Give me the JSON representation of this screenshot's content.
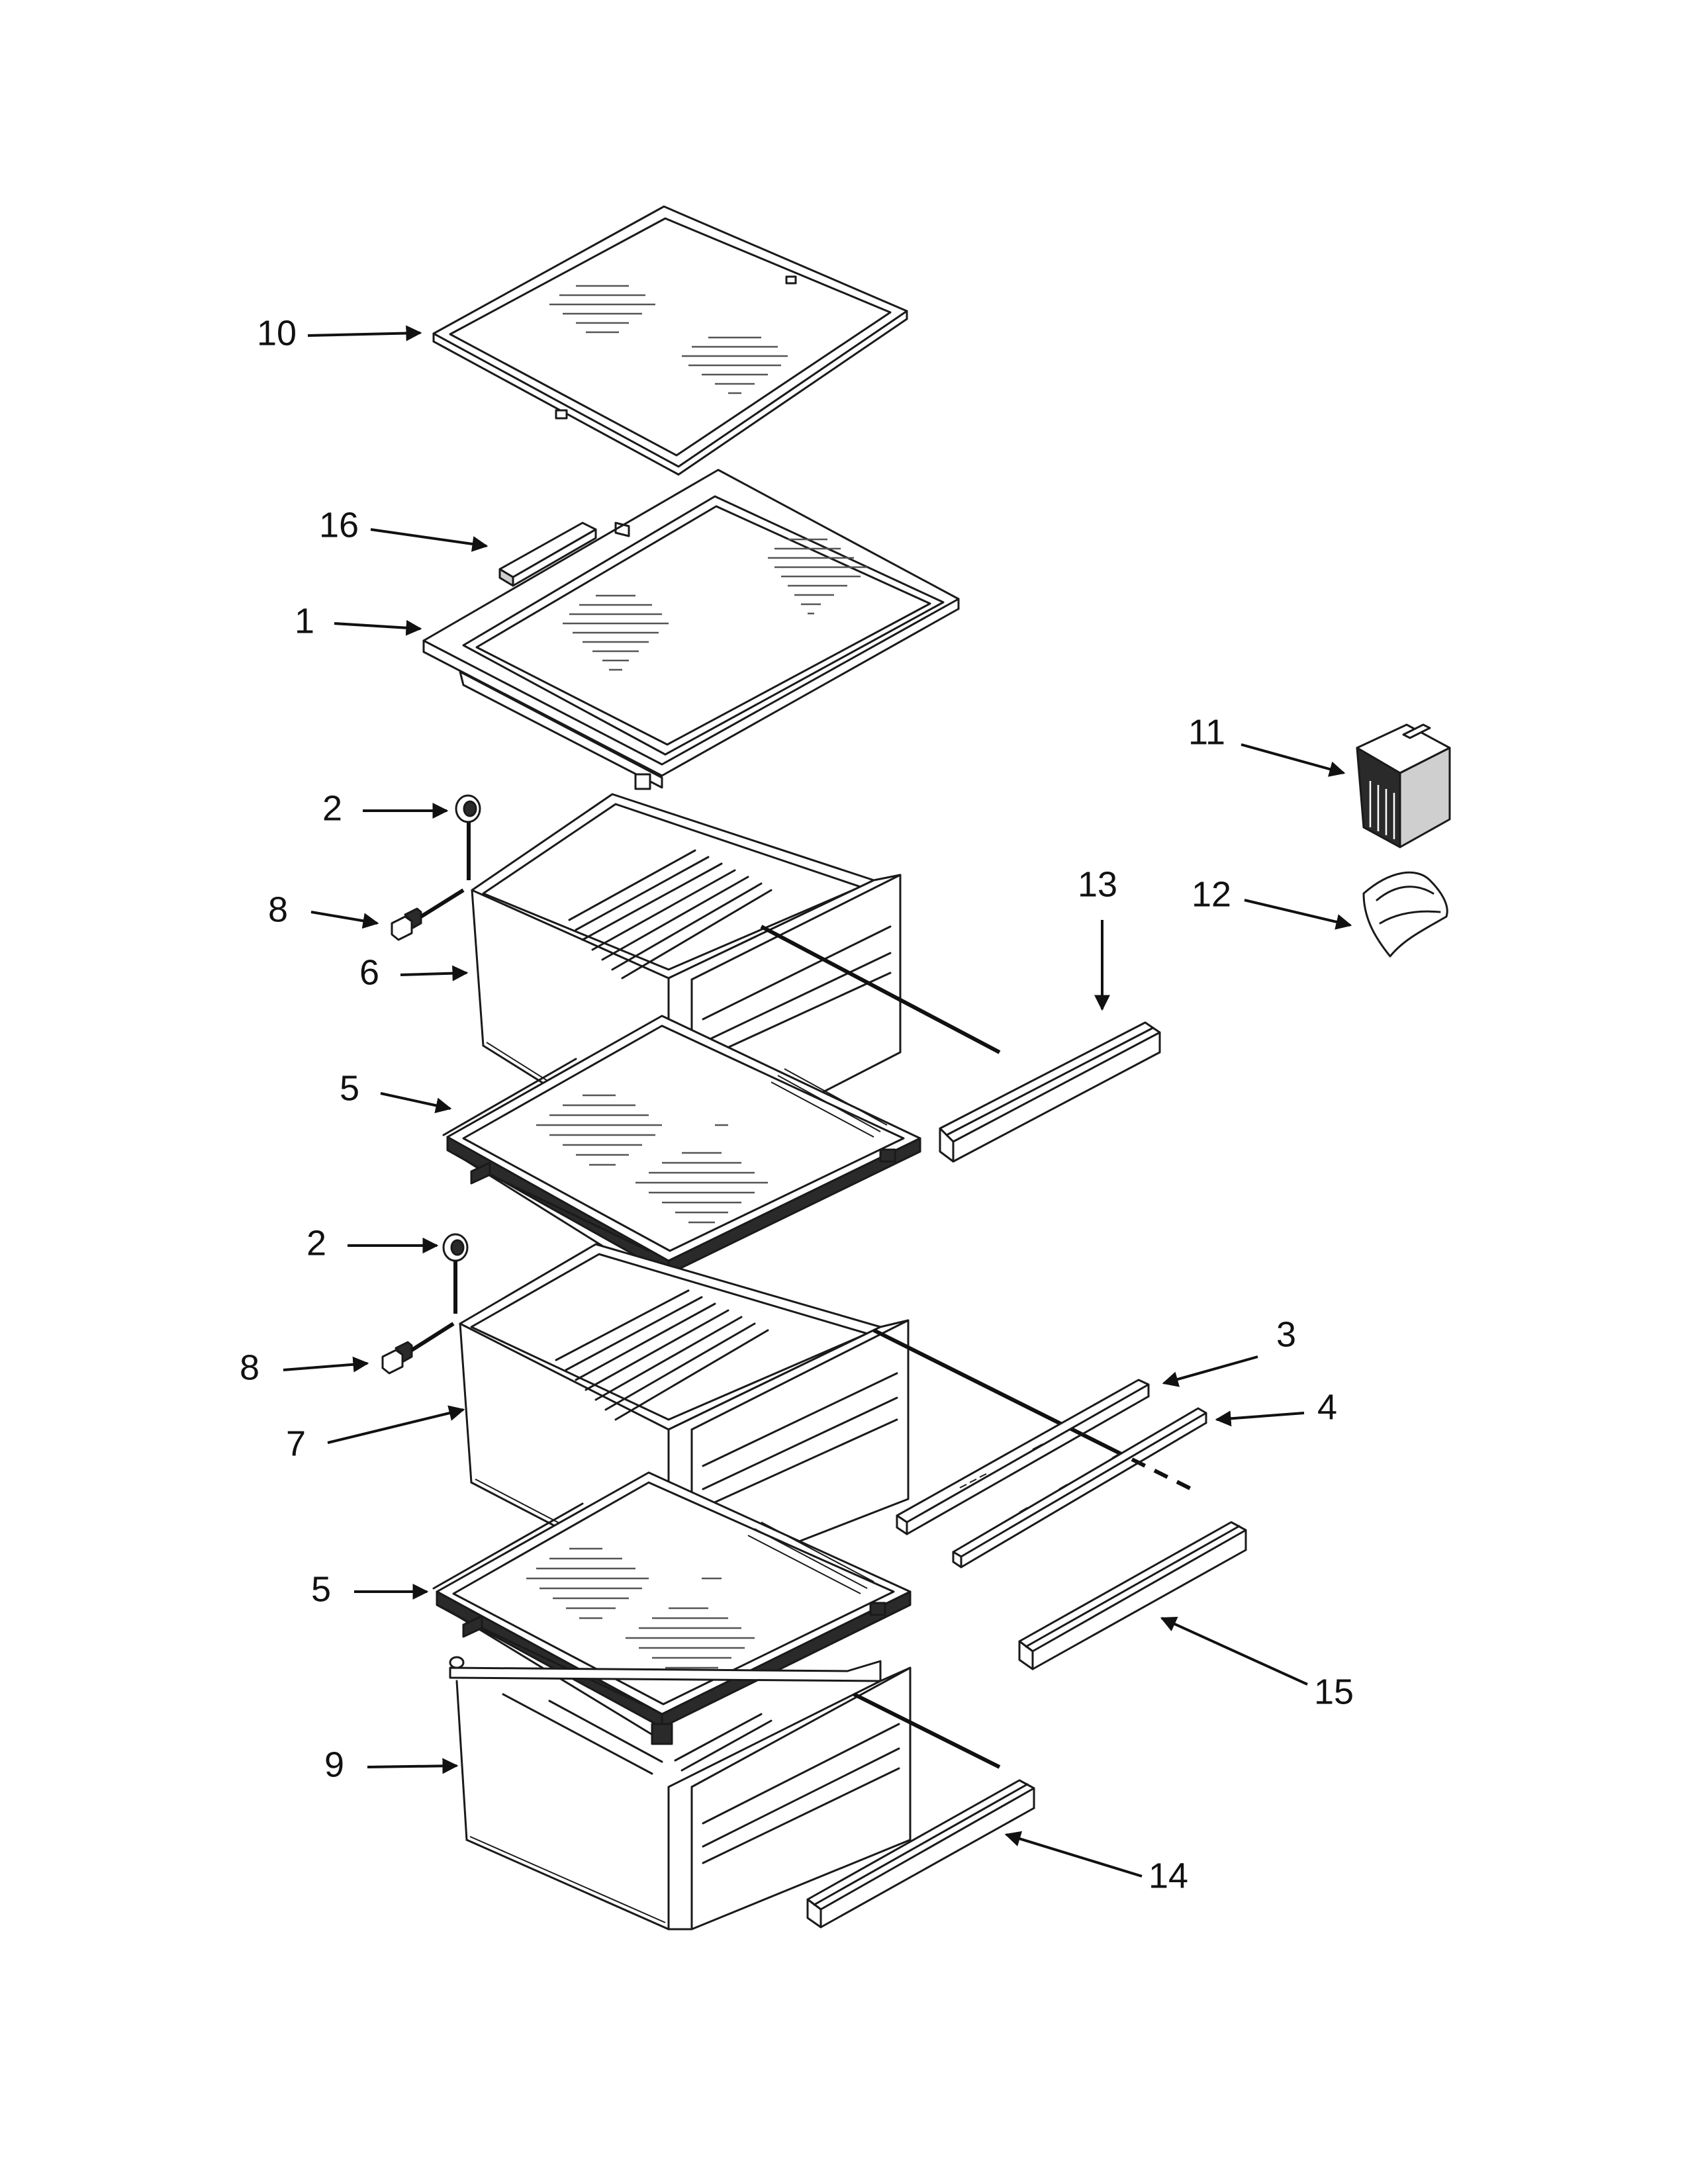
{
  "callouts": [
    {
      "id": "10",
      "label": "10"
    },
    {
      "id": "16",
      "label": "16"
    },
    {
      "id": "1",
      "label": "1"
    },
    {
      "id": "2a",
      "label": "2"
    },
    {
      "id": "8a",
      "label": "8"
    },
    {
      "id": "6",
      "label": "6"
    },
    {
      "id": "5a",
      "label": "5"
    },
    {
      "id": "2b",
      "label": "2"
    },
    {
      "id": "8b",
      "label": "8"
    },
    {
      "id": "7",
      "label": "7"
    },
    {
      "id": "5b",
      "label": "5"
    },
    {
      "id": "9",
      "label": "9"
    },
    {
      "id": "11",
      "label": "11"
    },
    {
      "id": "12",
      "label": "12"
    },
    {
      "id": "13",
      "label": "13"
    },
    {
      "id": "3",
      "label": "3"
    },
    {
      "id": "4",
      "label": "4"
    },
    {
      "id": "15",
      "label": "15"
    },
    {
      "id": "14",
      "label": "14"
    }
  ]
}
